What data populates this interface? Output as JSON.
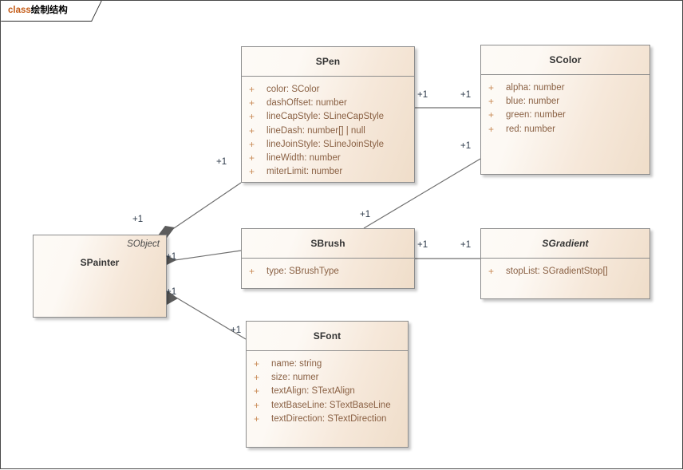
{
  "frame": {
    "keyword": "class",
    "name": "绘制结构"
  },
  "palette": {
    "box_border": "#8d8d8d",
    "box_fill_light": "#fdfaf6",
    "box_fill_dark": "#efddc9",
    "visibility_color": "#c98a55",
    "attribute_color": "#8a6144",
    "title_color": "#333333",
    "connector_color": "#6f6f6f",
    "diamond_color": "#6b6b6b",
    "multiplicity_color": "#2d3a4a",
    "keyword_color": "#c45c18"
  },
  "classes": [
    {
      "id": "spen",
      "name": "SPen",
      "abstract": false,
      "attributes": [
        {
          "visibility": "+",
          "signature": "color: SColor"
        },
        {
          "visibility": "+",
          "signature": "dashOffset: number"
        },
        {
          "visibility": "+",
          "signature": "lineCapStyle: SLineCapStyle"
        },
        {
          "visibility": "+",
          "signature": "lineDash: number[] | null"
        },
        {
          "visibility": "+",
          "signature": "lineJoinStyle: SLineJoinStyle"
        },
        {
          "visibility": "+",
          "signature": "lineWidth: number"
        },
        {
          "visibility": "+",
          "signature": "miterLimit: number"
        }
      ]
    },
    {
      "id": "scolor",
      "name": "SColor",
      "abstract": false,
      "attributes": [
        {
          "visibility": "+",
          "signature": "alpha: number"
        },
        {
          "visibility": "+",
          "signature": "blue: number"
        },
        {
          "visibility": "+",
          "signature": "green: number"
        },
        {
          "visibility": "+",
          "signature": "red: number"
        }
      ]
    },
    {
      "id": "sbrush",
      "name": "SBrush",
      "abstract": false,
      "attributes": [
        {
          "visibility": "+",
          "signature": "type: SBrushType"
        }
      ]
    },
    {
      "id": "sgradient",
      "name": "SGradient",
      "abstract": true,
      "attributes": [
        {
          "visibility": "+",
          "signature": "stopList: SGradientStop[]"
        }
      ]
    },
    {
      "id": "sfont",
      "name": "SFont",
      "abstract": false,
      "attributes": [
        {
          "visibility": "+",
          "signature": "name: string"
        },
        {
          "visibility": "+",
          "signature": "size: numer"
        },
        {
          "visibility": "+",
          "signature": "textAlign: STextAlign"
        },
        {
          "visibility": "+",
          "signature": "textBaseLine: STextBaseLine"
        },
        {
          "visibility": "+",
          "signature": "textDirection: STextDirection"
        }
      ]
    },
    {
      "id": "spainter",
      "name": "SPainter",
      "parent": "SObject",
      "abstract": false,
      "attributes": []
    }
  ],
  "relationships": [
    {
      "from": "spainter",
      "to": "spen",
      "type": "composition",
      "source_multiplicity": "+1",
      "target_multiplicity": "+1"
    },
    {
      "from": "spainter",
      "to": "sbrush",
      "type": "composition",
      "source_multiplicity": "+1",
      "target_multiplicity": "+1"
    },
    {
      "from": "spainter",
      "to": "sfont",
      "type": "composition",
      "source_multiplicity": "+1",
      "target_multiplicity": "+1"
    },
    {
      "from": "spen",
      "to": "scolor",
      "type": "association",
      "source_multiplicity": "+1",
      "target_multiplicity": "+1"
    },
    {
      "from": "sbrush",
      "to": "scolor",
      "type": "association",
      "source_multiplicity": "+1",
      "target_multiplicity": "+1"
    },
    {
      "from": "sbrush",
      "to": "sgradient",
      "type": "association",
      "source_multiplicity": "+1",
      "target_multiplicity": "+1"
    }
  ],
  "multiplicity_labels": {
    "spainter_spen": "+1",
    "spen_spainter": "+1",
    "spen_scolor": "+1",
    "scolor_spen": "+1",
    "scolor_sbrush": "+1",
    "sbrush_scolor": "+1",
    "spainter_sbrush": "+1",
    "sbrush_spainter": "+1",
    "sbrush_sgradient": "+1",
    "sgradient_sbrush": "+1",
    "spainter_sfont": "+1",
    "sfont_spainter": "+1"
  }
}
